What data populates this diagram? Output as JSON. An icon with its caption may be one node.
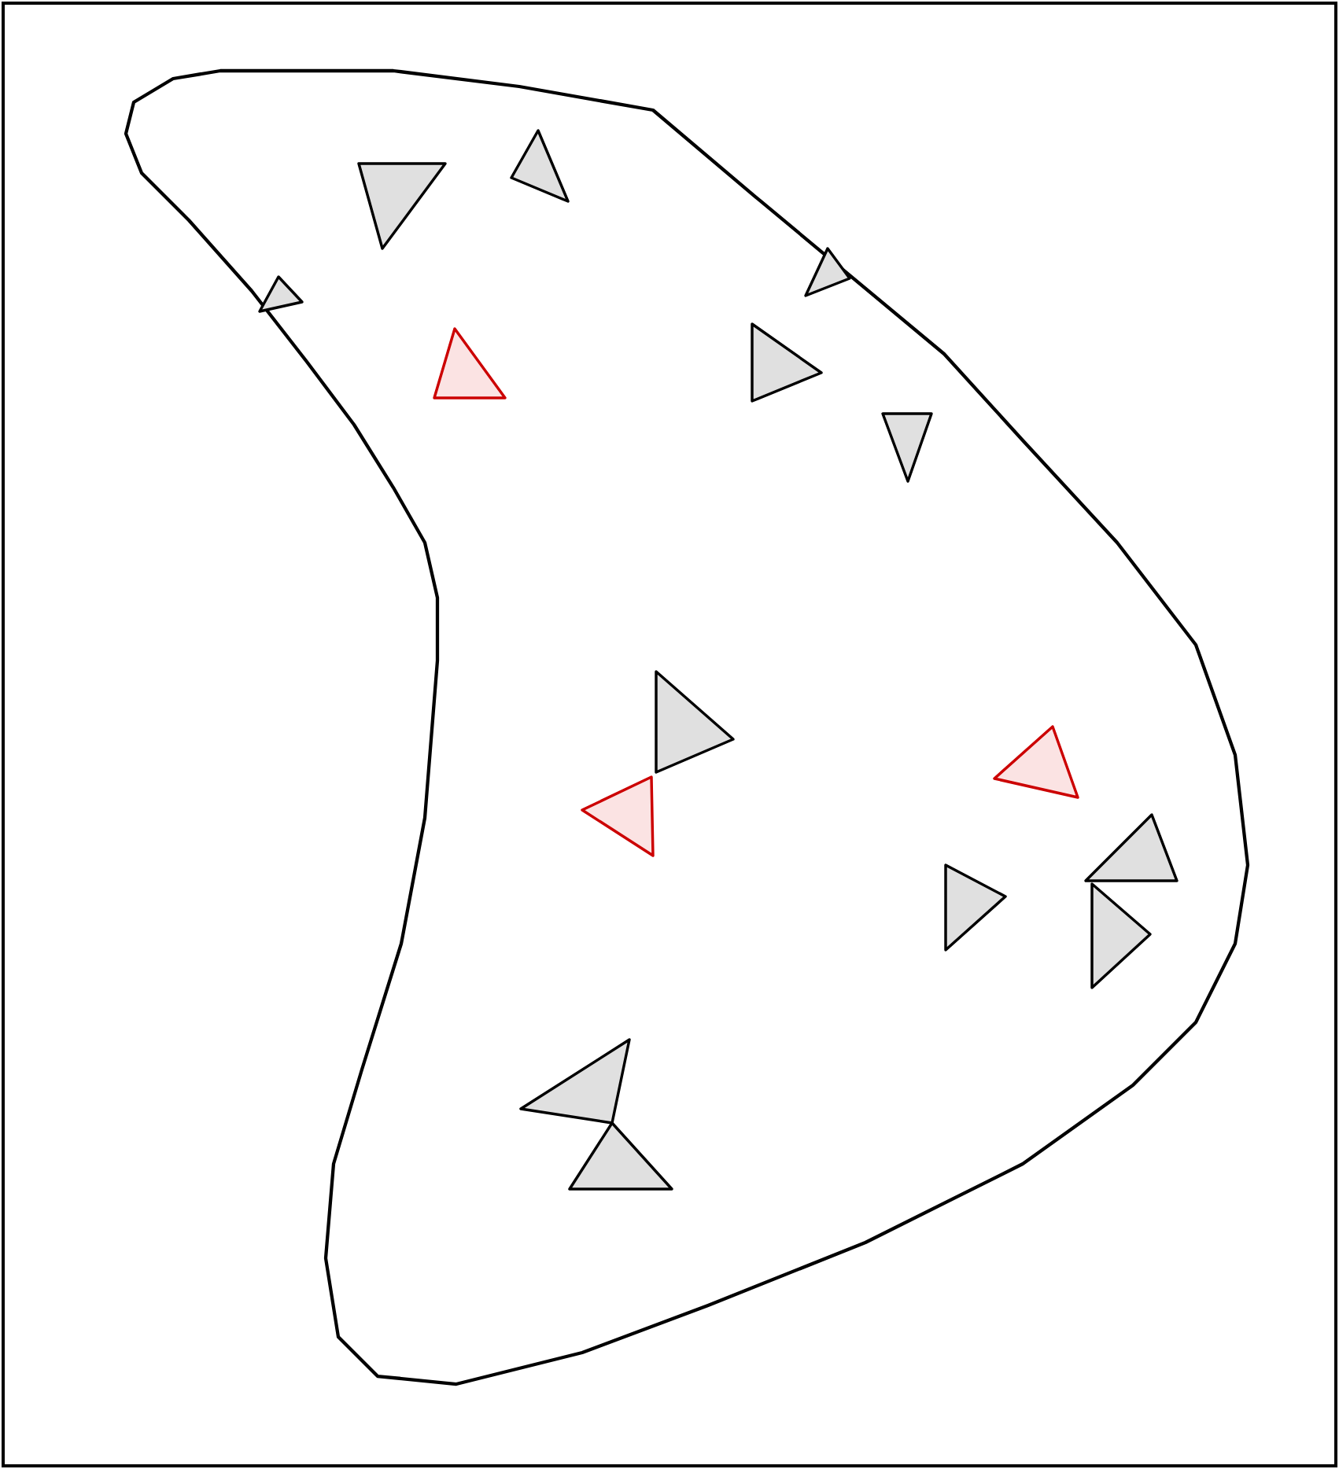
{
  "diagram": {
    "nodes": [
      {
        "text": [],
        "shape": "blob"
      },
      {
        "text": [],
        "shape": "triangle",
        "in": 0
      },
      {
        "text": [],
        "shape": "triangle",
        "in": 0
      },
      {
        "text": [],
        "shape": "triangle",
        "in": 0
      },
      {
        "text": [],
        "shape": "triangle",
        "in": 0
      },
      {
        "text": [],
        "shape": "triangle",
        "in": 0
      },
      {
        "text": [],
        "shape": "triangle",
        "in": 0
      },
      {
        "text": [],
        "shape": "triangle",
        "in": 0
      },
      {
        "text": [],
        "shape": "triangle",
        "in": 0
      },
      {
        "text": [],
        "shape": "triangle",
        "in": 0
      },
      {
        "text": [],
        "shape": "triangle",
        "in": 0
      },
      {
        "text": [],
        "shape": "triangle",
        "in": 0
      },
      {
        "text": [],
        "shape": "triangle",
        "in": 0
      },
      {
        "text": [],
        "shape": "triangle",
        "in": 0
      },
      {
        "text": [],
        "shape": "triangle",
        "in": 0
      },
      {
        "text": [],
        "shape": "triangle",
        "in": 0
      }
    ]
  }
}
